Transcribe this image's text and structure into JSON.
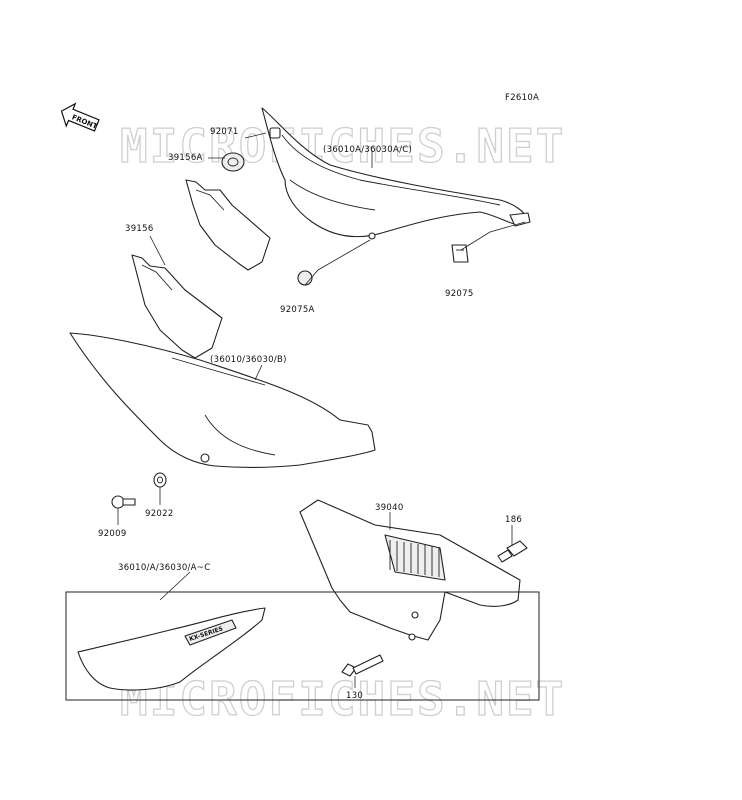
{
  "figure_code": "F2610A",
  "front_marker": "FRONT",
  "watermark": "MICROFICHES.NET",
  "inset_decal_text": "KX-SERIES",
  "labels": {
    "p92071": "92071",
    "p39156A": "39156A",
    "p36010A": "(36010A/36030A/C)",
    "p39156": "39156",
    "p92075": "92075",
    "p92075A": "92075A",
    "p36010": "(36010/36030/B)",
    "p92009": "92009",
    "p92022": "92022",
    "p39040": "39040",
    "p186": "186",
    "p36010inset": "36010/A/36030/A~C",
    "p130": "130"
  }
}
